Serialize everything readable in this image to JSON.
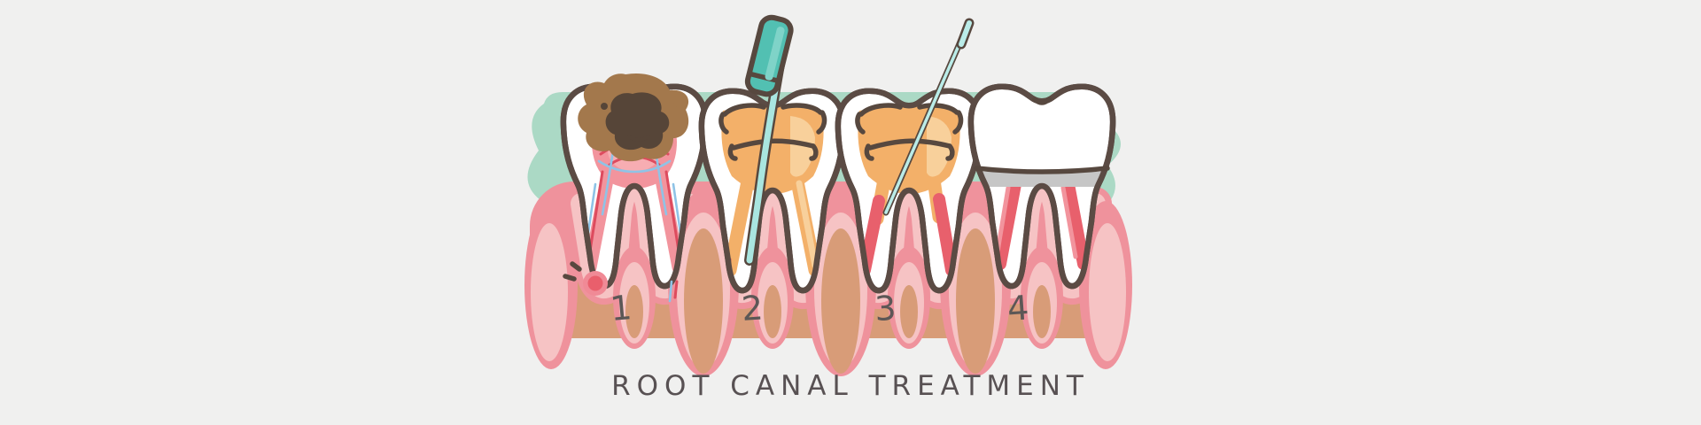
{
  "title": "ROOT CANAL TREATMENT",
  "stages": [
    {
      "label": "1"
    },
    {
      "label": "2"
    },
    {
      "label": "3"
    },
    {
      "label": "4"
    }
  ],
  "icons": {
    "handpiece": "root-canal-drill-tool-icon",
    "file": "endodontic-file-icon",
    "abscess": "abscess-icon"
  },
  "colors": {
    "background": "#f0f0ef",
    "teal_backdrop": "#abd9c5",
    "gum_dark_pink": "#ef929c",
    "gum_light_pink": "#f6c3c4",
    "gum_tan": "#d89c78",
    "tooth_white": "#ffffff",
    "outline_brown": "#5b4b44",
    "decay_light_brown": "#a3784c",
    "decay_dark_brown": "#564538",
    "pulp_pink": "#f2949d",
    "vessel_red": "#dd4b5e",
    "nerve_blue": "#8fc3e6",
    "filling_orange": "#f3b069",
    "filling_orange_light": "#f8d09b",
    "inflamed_red": "#e8606c",
    "tool_handle_teal": "#52c0b2",
    "tool_shaft_teal": "#a9e6e0",
    "crown_shadow_gray": "#c6c6c6",
    "abscess_outer": "#f08a96",
    "abscess_inner": "#e95f6c",
    "label_gray": "#5c5756",
    "title_gray": "#585153"
  }
}
